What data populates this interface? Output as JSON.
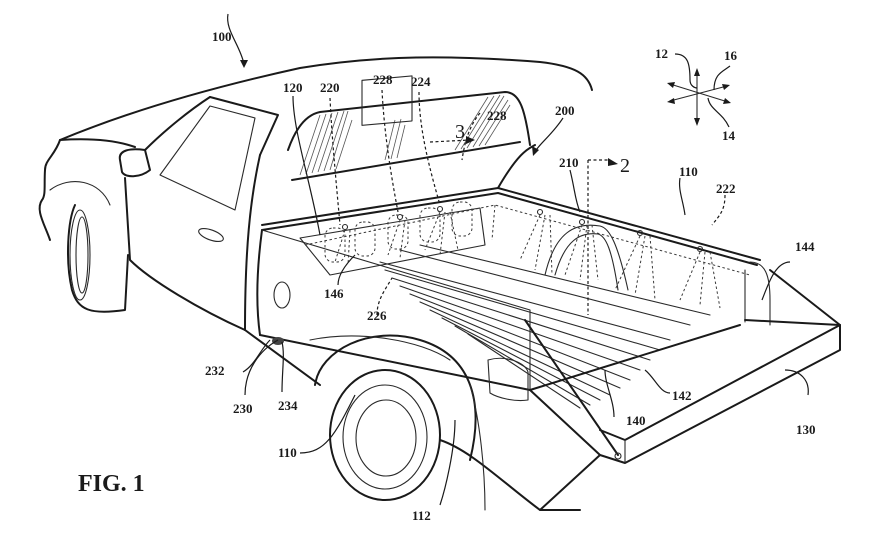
{
  "figure": {
    "title": "FIG. 1",
    "subject": "pickup truck with cargo bed lighting/spray system"
  },
  "reference_numerals": {
    "vehicle": "100",
    "truck_bed_system": "200",
    "cab": "120",
    "body_side_upper": "110",
    "body_side_lower": "110",
    "fender": "112",
    "tailgate": "130",
    "bed_floor": "140",
    "bed_rib": "142",
    "tailgate_cable_side": "144",
    "bed_front_wall": "146",
    "nozzle_assembly": "210",
    "front_nozzle": "220",
    "side_rail_conduit": "222",
    "center_nozzle": "224",
    "floor_conduit": "226",
    "window_nozzle_a": "228",
    "window_nozzle_b": "228",
    "fill_port": "230",
    "port_door": "232",
    "port_connector": "234"
  },
  "direction_axes": {
    "axis_a": "12",
    "axis_b": "14",
    "axis_c": "16"
  },
  "section_markers": {
    "section_2": "2",
    "section_3": "3"
  }
}
